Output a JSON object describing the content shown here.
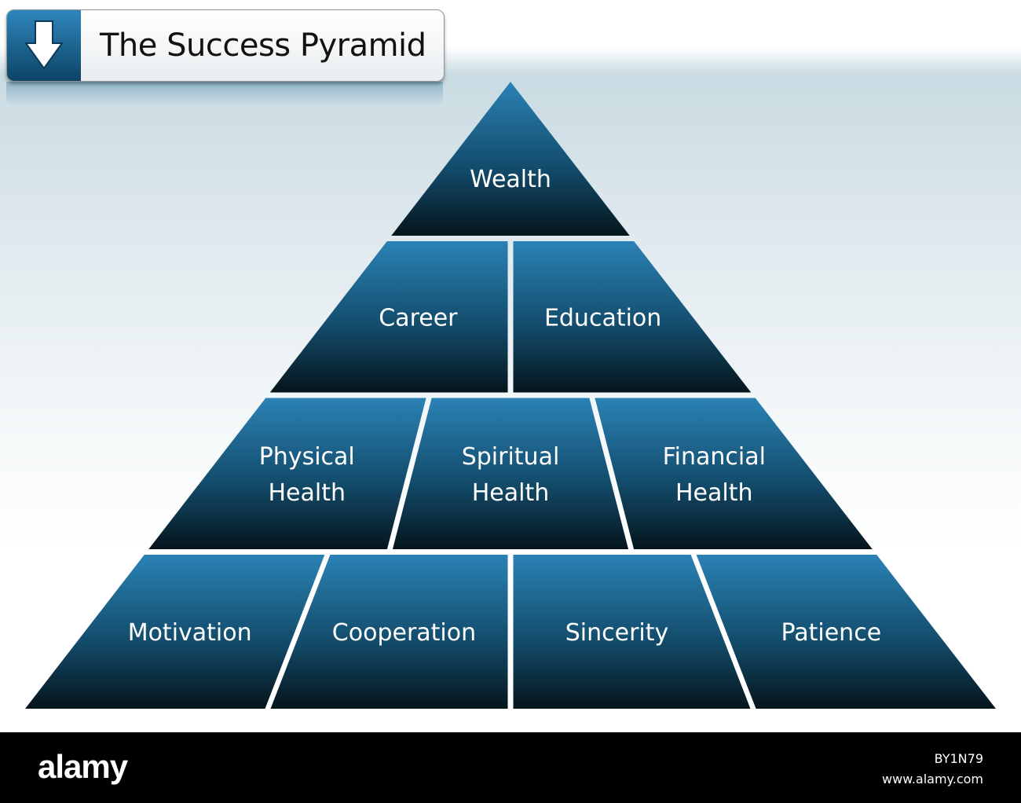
{
  "title": "The Success Pyramid",
  "title_icon": "arrow-down-icon",
  "colors": {
    "block_top": "#2b82b5",
    "block_bottom": "#05151c",
    "gap": "#ffffff",
    "icon_box": "#1b6a98"
  },
  "pyramid": {
    "levels": [
      {
        "blocks": [
          "Wealth"
        ]
      },
      {
        "blocks": [
          "Career",
          "Education"
        ]
      },
      {
        "blocks": [
          "Physical\nHealth",
          "Spiritual\nHealth",
          "Financial\nHealth"
        ]
      },
      {
        "blocks": [
          "Motivation",
          "Cooperation",
          "Sincerity",
          "Patience"
        ]
      }
    ]
  },
  "footer": {
    "logo": "alamy",
    "image_id": "BY1N79",
    "site": "www.alamy.com"
  }
}
